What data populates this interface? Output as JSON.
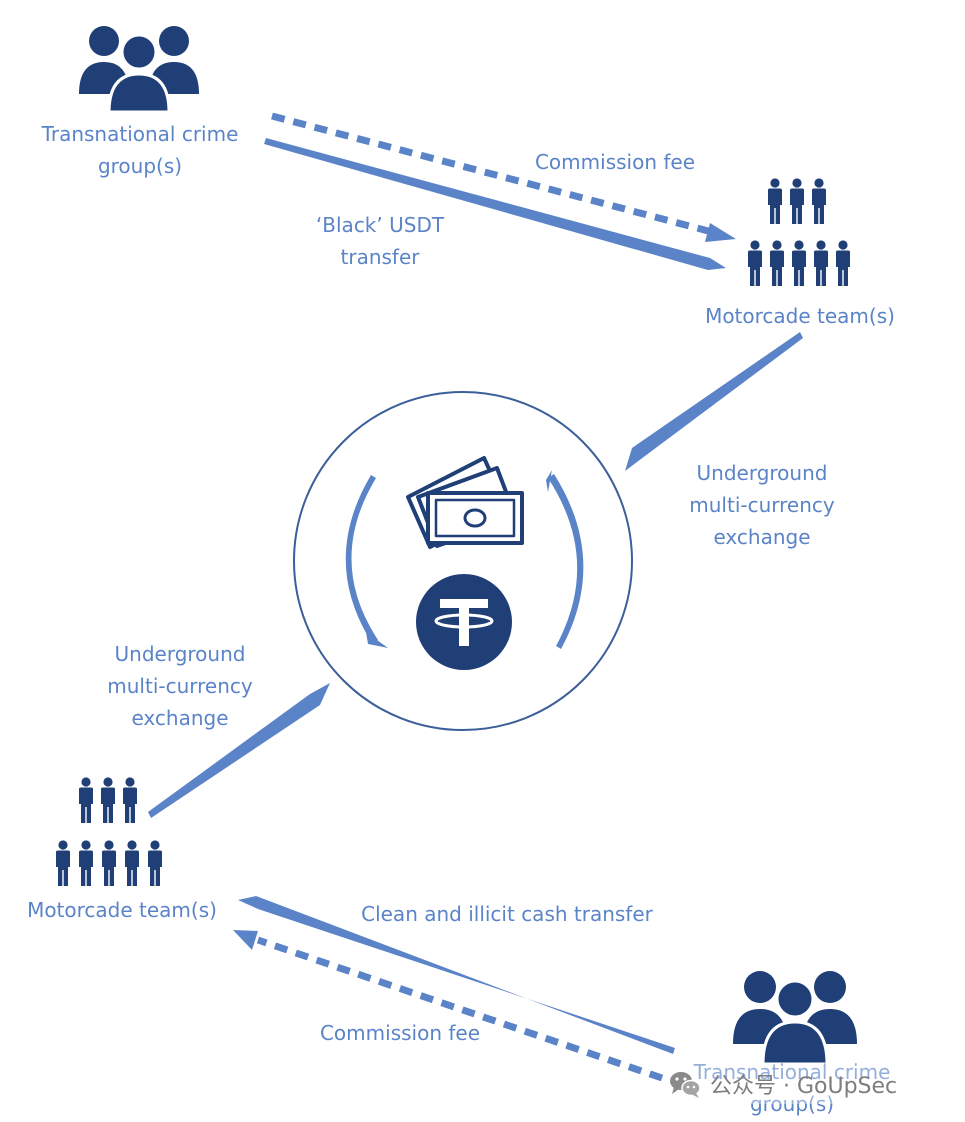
{
  "nodes": {
    "top_group": {
      "line1": "Transnational crime",
      "line2": "group(s)"
    },
    "top_team": {
      "label": "Motorcade team(s)"
    },
    "bottom_team": {
      "label": "Motorcade team(s)"
    },
    "bottom_group": {
      "line1": "Transnational crime",
      "line2": "group(s)"
    }
  },
  "edges": {
    "top_commission": "Commission fee",
    "black_usdt": {
      "line1": "‘Black’ USDT",
      "line2": "transfer"
    },
    "exchange_right": {
      "line1": "Underground",
      "line2": "multi-currency",
      "line3": "exchange"
    },
    "exchange_left": {
      "line1": "Underground",
      "line2": "multi-currency",
      "line3": "exchange"
    },
    "cash_transfer": "Clean and illicit cash transfer",
    "bottom_commission": "Commission fee"
  },
  "center": {
    "cash_icon": "cash-banknotes-icon",
    "usdt_icon": "tether-usdt-icon",
    "cycle_icon": "circular-arrows-icon"
  },
  "watermark": {
    "text": "公众号 · GoUpSec",
    "icon": "wechat-icon"
  },
  "colors": {
    "navy": "#1f3f76",
    "arrow_blue": "#5b84c8",
    "circle_stroke": "#3c5f99"
  }
}
